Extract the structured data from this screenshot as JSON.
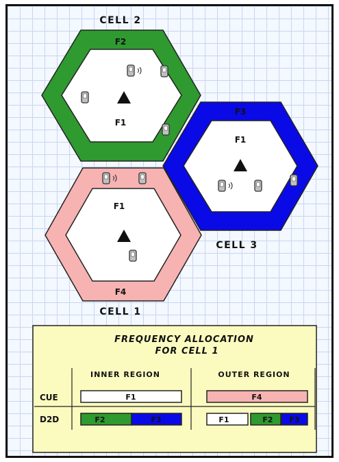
{
  "cells": [
    {
      "label": "CELL 2",
      "outer_band": "F2",
      "inner": "F1"
    },
    {
      "label": "CELL 3",
      "outer_band": "F3",
      "inner": "F1"
    },
    {
      "label": "CELL 1",
      "outer_band": "F4",
      "inner": "F1"
    }
  ],
  "colors": {
    "green": "#2f9a2f",
    "blue": "#0a0ae6",
    "pink": "#f7b2b2",
    "legend_bg": "#fbfbc0",
    "grid_bg": "#f4f8ff"
  },
  "legend": {
    "title_line1": "FREQUENCY ALLOCATION",
    "title_line2": "FOR CELL 1",
    "col_inner": "INNER REGION",
    "col_outer": "OUTER REGION",
    "row_cue": "CUE",
    "row_d2d": "D2D",
    "cue_inner": "F1",
    "cue_outer": "F4",
    "d2d_inner_a": "F2",
    "d2d_inner_b": "F3",
    "d2d_outer_a": "F1",
    "d2d_outer_b": "F2",
    "d2d_outer_c": "F3"
  }
}
